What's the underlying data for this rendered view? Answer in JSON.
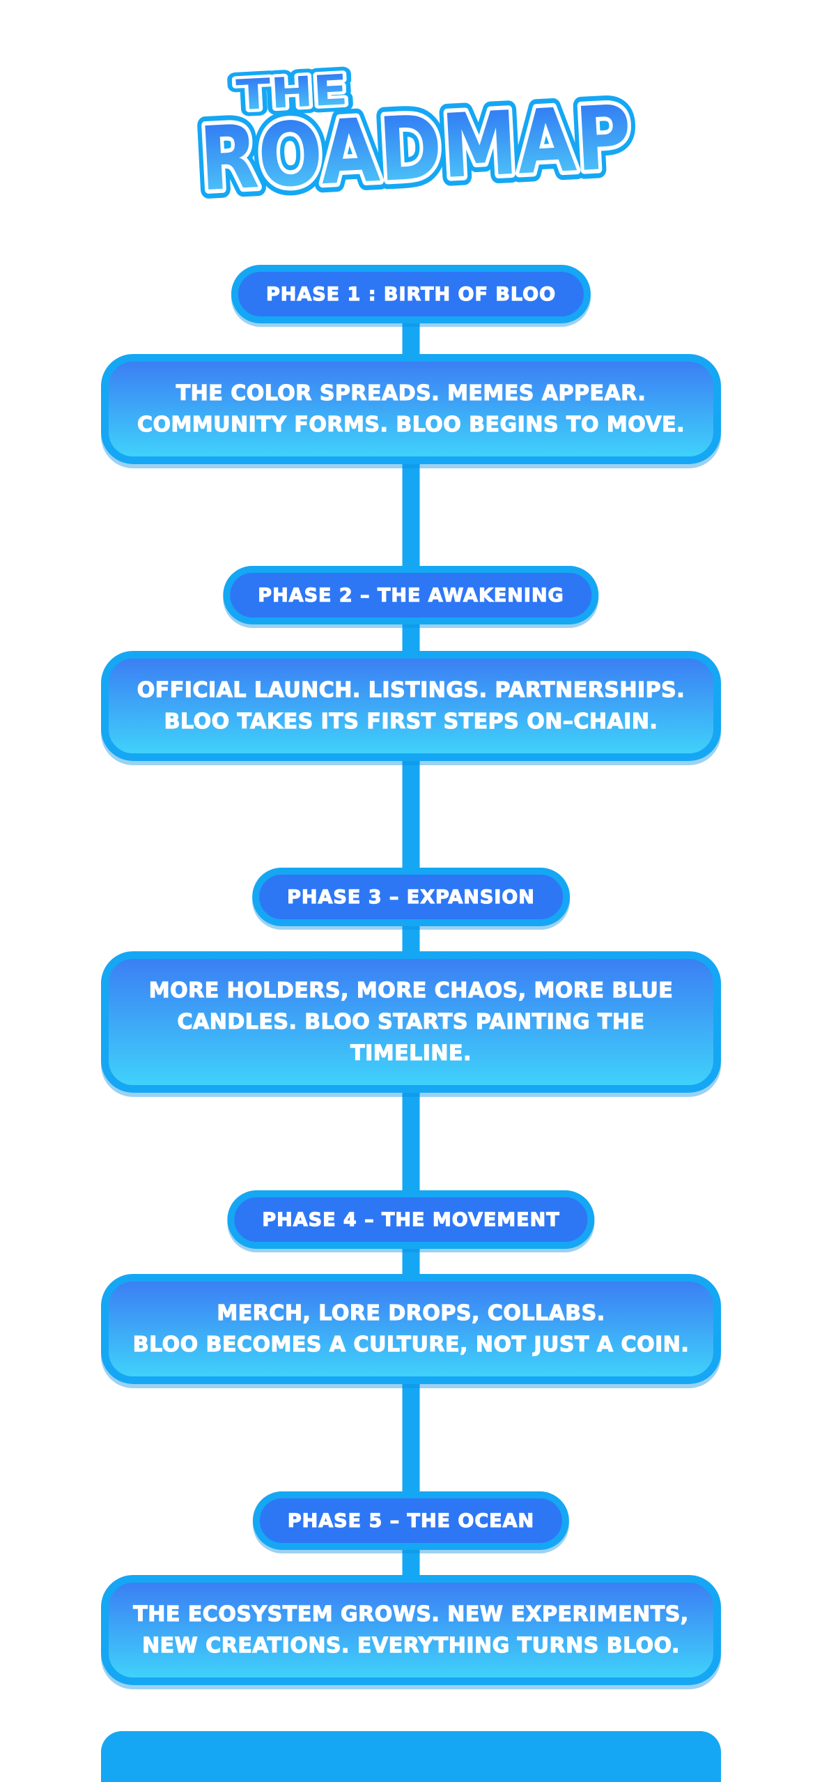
{
  "title_logo": {
    "line1": "THE",
    "line2": "ROADMAP"
  },
  "colors": {
    "accent": "#15a7f4",
    "pill_fill": "#2d77f5",
    "box_top": "#3b7ff4",
    "box_bottom": "#40d1fa",
    "text": "#ffffff",
    "logo_grad_top": "#2c6ef2",
    "logo_grad_bottom": "#52d2f9",
    "background": "#ffffff"
  },
  "phases": [
    {
      "label": "PHASE 1 : BIRTH OF BLOO",
      "description_lines": [
        "THE COLOR SPREADS. MEMES APPEAR.",
        "COMMUNITY FORMS. BLOO BEGINS TO MOVE."
      ]
    },
    {
      "label": "PHASE 2 – THE AWAKENING",
      "description_lines": [
        "OFFICIAL LAUNCH. LISTINGS. PARTNERSHIPS.",
        "BLOO TAKES ITS FIRST STEPS ON–CHAIN."
      ]
    },
    {
      "label": "PHASE 3 – EXPANSION",
      "description_lines": [
        "MORE HOLDERS, MORE CHAOS, MORE BLUE",
        "CANDLES. BLOO STARTS PAINTING THE",
        "TIMELINE."
      ]
    },
    {
      "label": "PHASE 4 – THE MOVEMENT",
      "description_lines": [
        "MERCH, LORE DROPS, COLLABS.",
        "BLOO BECOMES A CULTURE, NOT JUST A COIN."
      ]
    },
    {
      "label": "PHASE 5 – THE OCEAN",
      "description_lines": [
        "THE ECOSYSTEM GROWS. NEW EXPERIMENTS,",
        "NEW CREATIONS. EVERYTHING TURNS BLOO."
      ]
    }
  ]
}
